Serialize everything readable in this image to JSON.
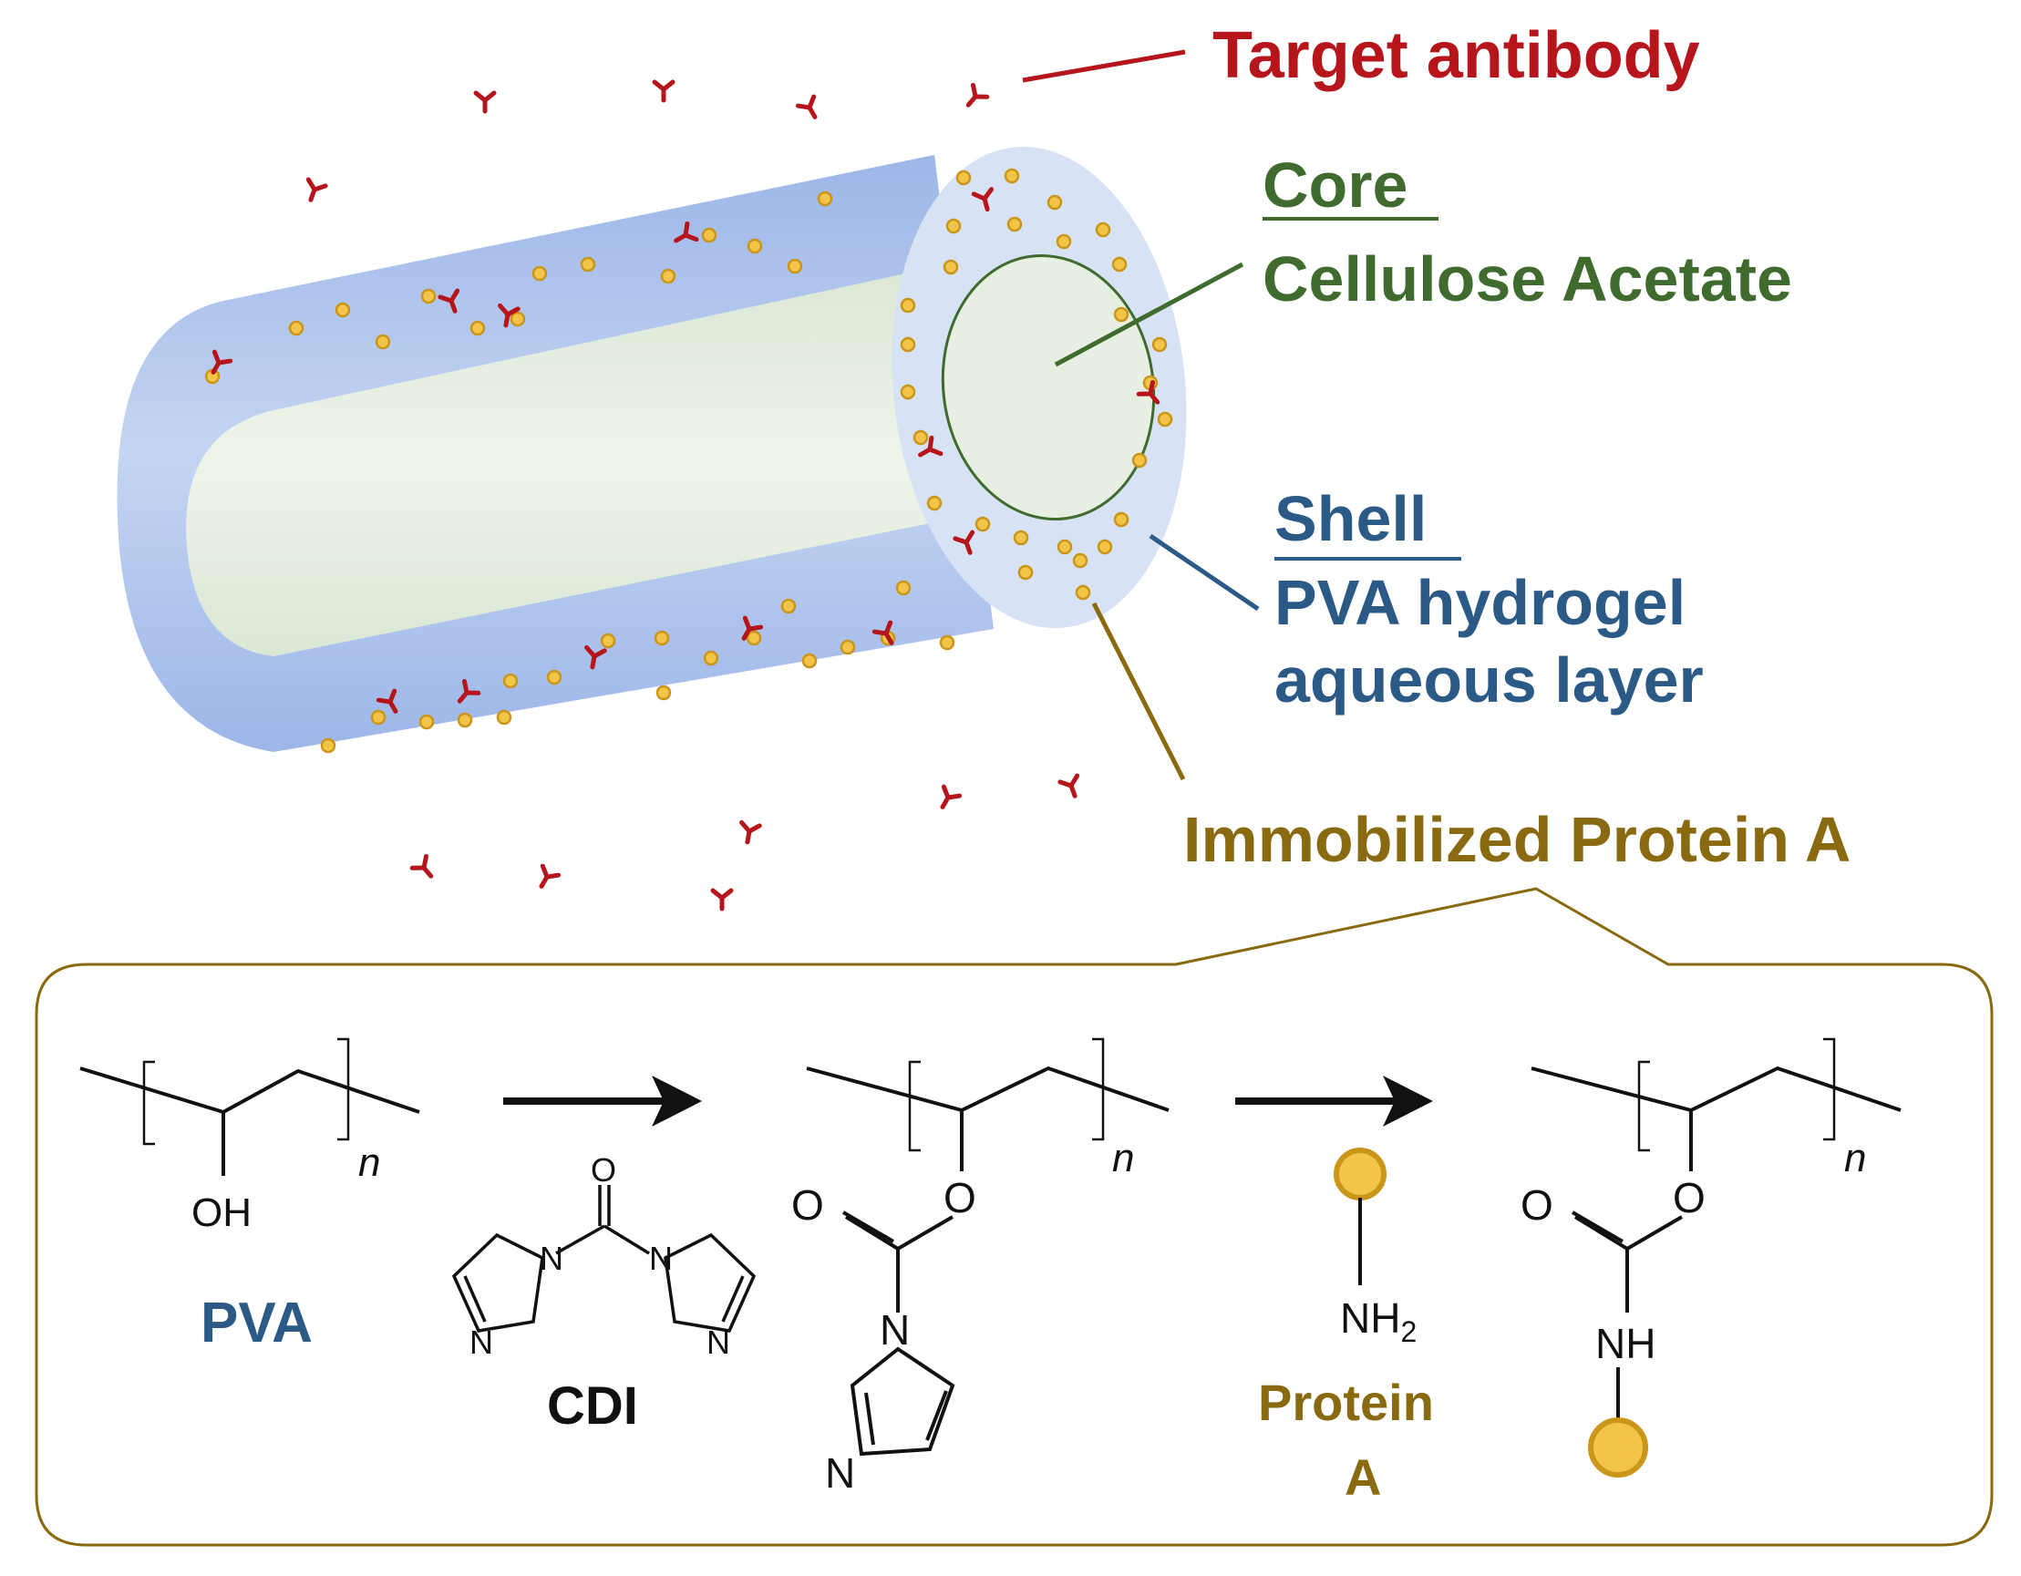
{
  "labels": {
    "target_antibody": "Target antibody",
    "core_heading": "Core",
    "core_material": "Cellulose Acetate",
    "shell_heading": "Shell",
    "shell_line1": "PVA hydrogel",
    "shell_line2": "aqueous layer",
    "immobilized": "Immobilized Protein A"
  },
  "reaction": {
    "pva_name": "PVA",
    "cdi_name": "CDI",
    "protein_line1": "Protein",
    "protein_line2": "A",
    "subscript_n": "n",
    "oh": "OH",
    "o": "O",
    "n_atom": "N",
    "nh2": "NH",
    "nh2_sub": "2",
    "nh": "NH"
  },
  "colors": {
    "antibody": "#b5151b",
    "core": "#3f6b2e",
    "shell": "#2b5a87",
    "protein": "#8a6a10",
    "protein_fill": "#f2c447",
    "protein_stroke": "#c9961a",
    "tube": "#b9cdee",
    "core_fill": "#e3ecdf"
  }
}
